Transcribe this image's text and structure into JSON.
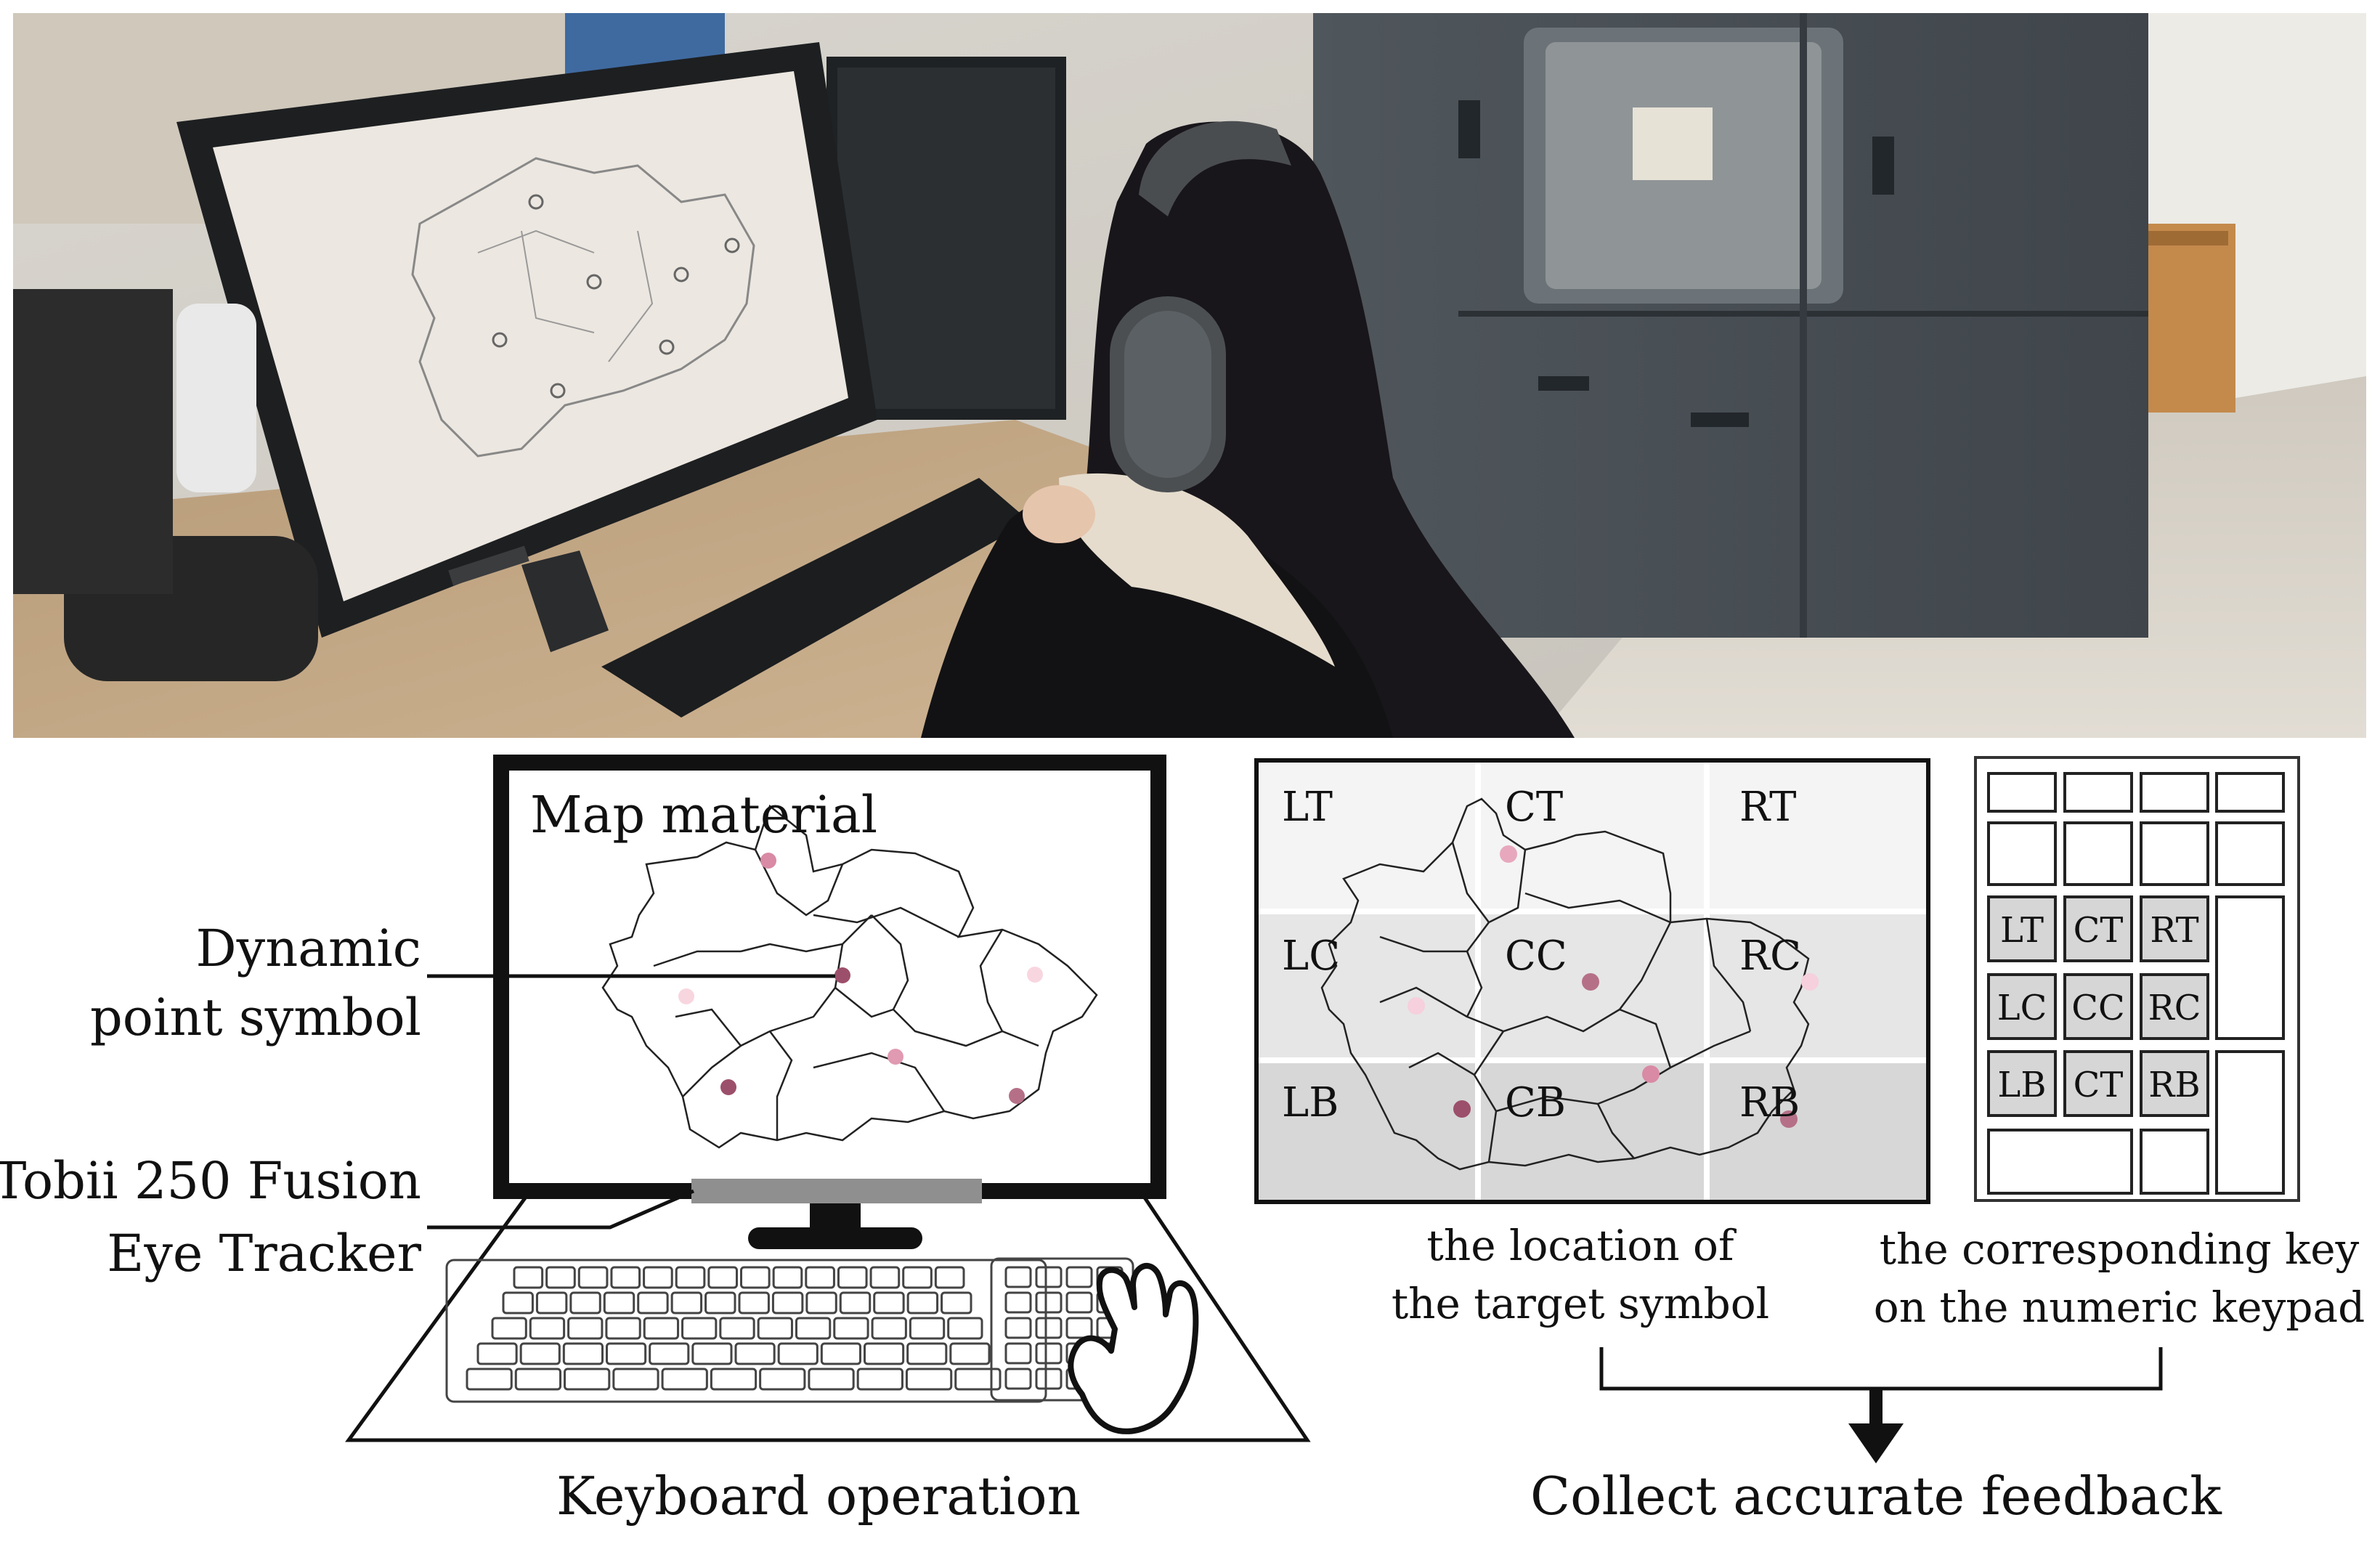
{
  "photo": {
    "description_hidden": false
  },
  "labels": {
    "map_material": "Map material",
    "dynamic_point_line1": "Dynamic",
    "dynamic_point_line2": "point symbol",
    "eye_tracker_line1": "Tobii 250 Fusion",
    "eye_tracker_line2": "Eye Tracker",
    "keyboard_operation": "Keyboard operation",
    "location_line1": "the location of",
    "location_line2": "the target symbol",
    "key_line1": "the corresponding key",
    "key_line2": "on the numeric keypad",
    "collect_feedback": "Collect accurate feedback"
  },
  "grid": {
    "cells": [
      "LT",
      "CT",
      "RT",
      "LC",
      "CC",
      "RC",
      "LB",
      "CB",
      "RB"
    ]
  },
  "keypad": {
    "keys": [
      "LT",
      "CT",
      "RT",
      "LC",
      "CC",
      "RC",
      "LB",
      "CT",
      "RB"
    ]
  },
  "colors": {
    "dot_light": "#f2c6d3",
    "dot_mid": "#d98aa4",
    "dot_dark": "#9c4f6a",
    "grid_light": "#f4f4f4",
    "grid_mid": "#e6e6e6",
    "grid_dark": "#d7d7d7",
    "key_fill": "#d6d6d6"
  }
}
